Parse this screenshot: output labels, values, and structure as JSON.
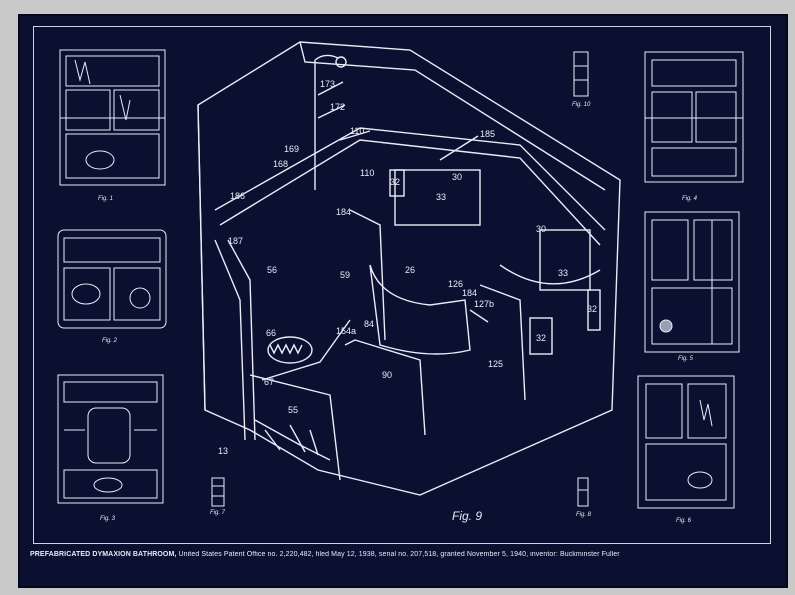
{
  "colors": {
    "paper": "#0b1030",
    "ink": "#e9ecf7",
    "wall": "#c9c9c9"
  },
  "caption": {
    "title": "PREFABRICATED DYMAXION BATHROOM,",
    "details": "United States Patent Office no. 2,220,482, filed May 12, 1938, serial no. 207,518, granted November 5, 1940, inventor: Buckminster Fuller"
  },
  "figure_labels": {
    "fig1": "Fig. 1",
    "fig2": "Fig. 2",
    "fig3": "Fig. 3",
    "fig4": "Fig. 4",
    "fig5": "Fig. 5",
    "fig6": "Fig. 6",
    "fig7": "Fig. 7",
    "fig8": "Fig. 8",
    "fig9": "Fig. 9",
    "fig10": "Fig. 10"
  },
  "callouts": {
    "c173": "173",
    "c172": "172",
    "c110a": "110",
    "c110b": "110",
    "c185": "185",
    "c169": "169",
    "c168": "168",
    "c32a": "32",
    "c30a": "30",
    "c33a": "33",
    "c186": "186",
    "c184a": "184",
    "c187": "187",
    "c56": "56",
    "c59": "59",
    "c26": "26",
    "c126": "126",
    "c184b": "184",
    "c127b": "127b",
    "c30b": "30",
    "c33b": "33",
    "c32b": "32",
    "c32c": "32",
    "c154a": "154a",
    "c84": "84",
    "c66": "66",
    "c67": "67",
    "c90": "90",
    "c125": "125",
    "c55": "55",
    "c13": "13"
  }
}
